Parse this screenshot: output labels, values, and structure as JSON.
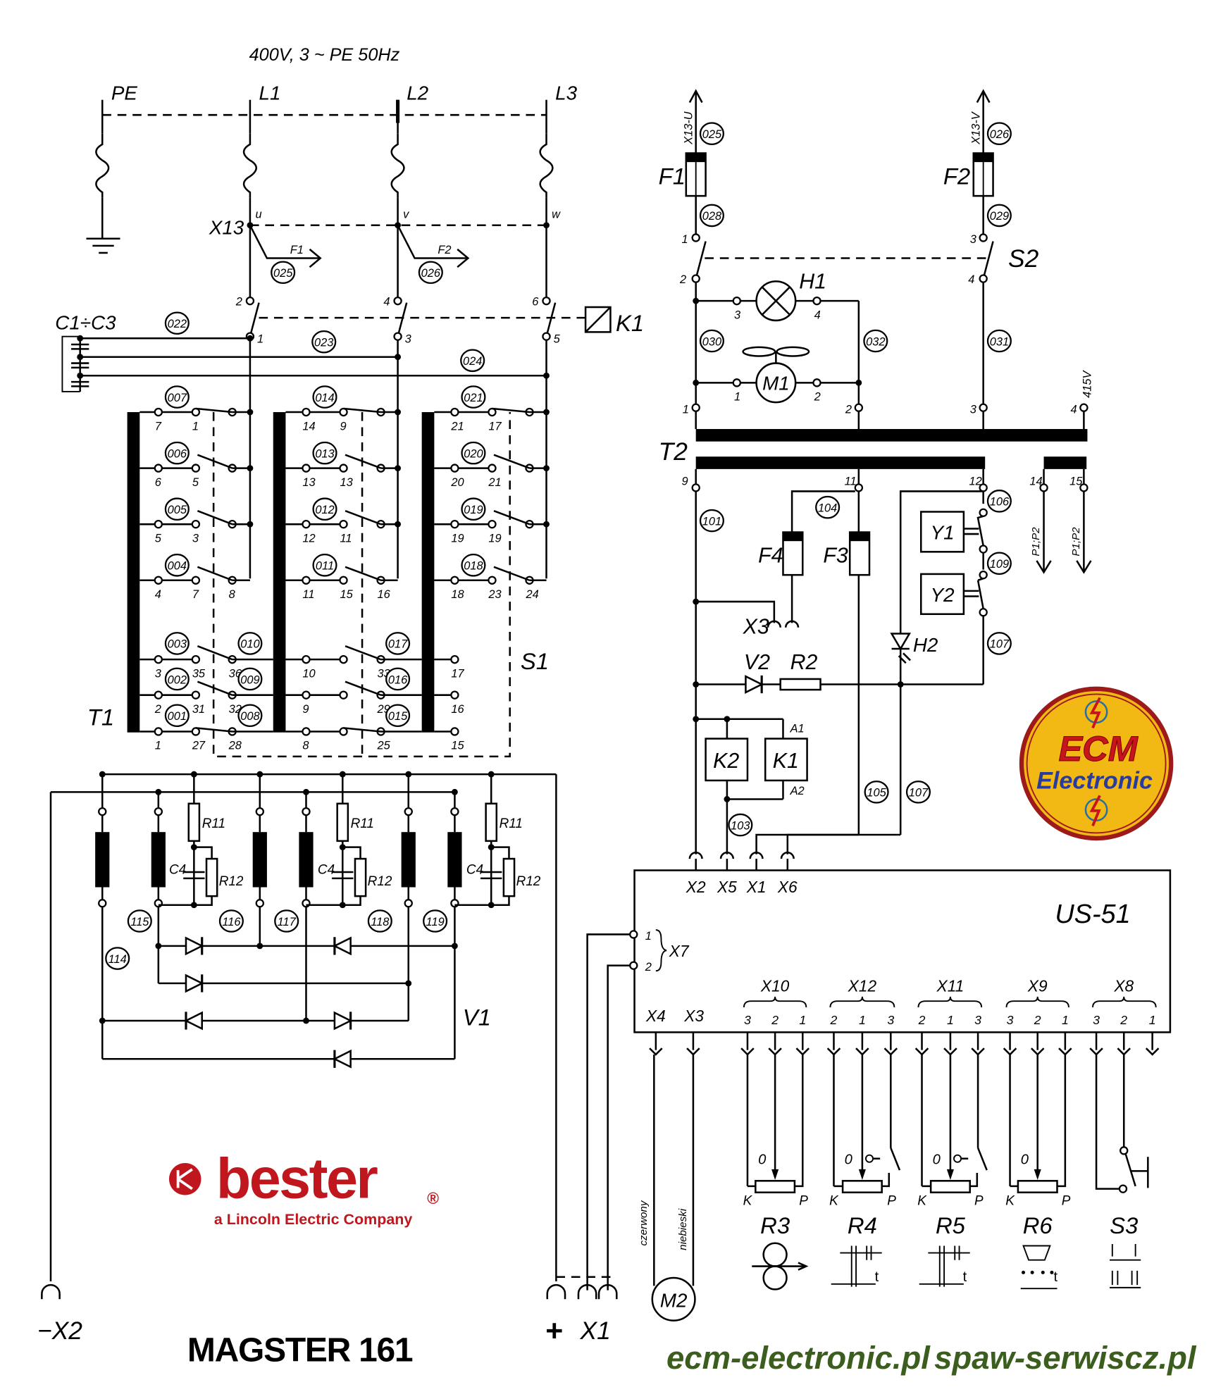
{
  "supply": {
    "title": "400V, 3 ~ PE 50Hz",
    "lines": [
      "PE",
      "L1",
      "L2",
      "L3"
    ],
    "connector": "X13",
    "phases": [
      "u",
      "v",
      "w"
    ],
    "fuse_refs": [
      "F1",
      "F2"
    ],
    "wires": [
      "025",
      "026"
    ]
  },
  "contactor": {
    "top_pins": [
      "2",
      "4",
      "6"
    ],
    "bottom_pins": [
      "1",
      "3",
      "5"
    ],
    "coil": "K1"
  },
  "capacitors": {
    "label": "C1÷C3",
    "wires": [
      "022",
      "023",
      "024"
    ]
  },
  "t1": {
    "label": "T1",
    "switch_label": "S1",
    "groups": [
      {
        "wires": [
          "007",
          "006",
          "005",
          "004"
        ],
        "pins": [
          [
            "7",
            "1"
          ],
          [
            "6",
            "5"
          ],
          [
            "5",
            "3"
          ],
          [
            "4",
            "7",
            "8"
          ]
        ]
      },
      {
        "wires": [
          "014",
          "013",
          "012",
          "011"
        ],
        "pins": [
          [
            "14",
            "9"
          ],
          [
            "13",
            "13"
          ],
          [
            "12",
            "11"
          ],
          [
            "11",
            "15",
            "16"
          ]
        ]
      },
      {
        "wires": [
          "021",
          "020",
          "019",
          "018"
        ],
        "pins": [
          [
            "21",
            "17"
          ],
          [
            "20",
            "21"
          ],
          [
            "19",
            "19"
          ],
          [
            "18",
            "23",
            "24"
          ]
        ]
      }
    ],
    "lower": {
      "g1_pins": [
        [
          "3",
          "35",
          "36"
        ],
        [
          "2",
          "31",
          "32"
        ],
        [
          "1",
          "27",
          "28"
        ]
      ],
      "g1_wires_left": [
        "003",
        "002",
        "001"
      ],
      "g1_wires_right": [
        "010",
        "009",
        "008"
      ],
      "g2_pins": [
        [
          "10",
          "33"
        ],
        [
          "9",
          "29"
        ],
        [
          "8",
          "25"
        ]
      ],
      "g2_wires": [
        "017",
        "016",
        "015"
      ],
      "g3_pins": [
        "17",
        "16",
        "15"
      ]
    }
  },
  "rectifier": {
    "label": "V1",
    "r11": "R11",
    "r12": "R12",
    "c4": "C4",
    "wires": [
      "114",
      "115",
      "116",
      "117",
      "118",
      "119"
    ]
  },
  "outputs": {
    "neg": "−X2",
    "pos_sign": "+",
    "pos": "X1"
  },
  "control": {
    "fuses": [
      "F1",
      "F2"
    ],
    "refs": [
      "X13-U",
      "X13-V"
    ],
    "wires_top": [
      "025",
      "026"
    ],
    "wires_mid": [
      "028",
      "029"
    ],
    "s2_pins": [
      "1",
      "2",
      "3",
      "4"
    ],
    "s2": "S2",
    "h1": "H1",
    "h1_pins": [
      "3",
      "4"
    ],
    "m1": "M1",
    "m1_pins": [
      "1",
      "2"
    ],
    "wires_prim": [
      "030",
      "032",
      "031"
    ],
    "t2": "T2",
    "t2_primary_pins": [
      "1",
      "2",
      "3",
      "4"
    ],
    "v415": "415V",
    "t2_secondary_pins": [
      "9",
      "11",
      "12",
      "14",
      "15"
    ],
    "p1p2": "P1;P2",
    "wires_sec": [
      "101",
      "104",
      "106",
      "109",
      "107",
      "103",
      "105",
      "107"
    ],
    "f3": "F3",
    "f4": "F4",
    "x3": "X3",
    "y1": "Y1",
    "y2": "Y2",
    "h2": "H2",
    "v2": "V2",
    "r2": "R2",
    "k2": "K2",
    "k1": "K1",
    "a1": "A1",
    "a2": "A2"
  },
  "us51": {
    "title": "US-51",
    "top_connectors": [
      "X2",
      "X5",
      "X1",
      "X6"
    ],
    "x7": "X7",
    "x7_pins": [
      "1",
      "2"
    ],
    "x4": "X4",
    "x3": "X3",
    "groups": [
      {
        "name": "X10",
        "pins": [
          "3",
          "2",
          "1"
        ],
        "device": "R3"
      },
      {
        "name": "X12",
        "pins": [
          "2",
          "1",
          "3"
        ],
        "device": "R4"
      },
      {
        "name": "X11",
        "pins": [
          "2",
          "1",
          "3"
        ],
        "device": "R5"
      },
      {
        "name": "X9",
        "pins": [
          "3",
          "2",
          "1"
        ],
        "device": "R6"
      },
      {
        "name": "X8",
        "pins": [
          "3",
          "2",
          "1"
        ],
        "device": "S3"
      }
    ],
    "pot_k": "K",
    "pot_p": "P",
    "pot_zero": "0",
    "icon_t": "t"
  },
  "motor": {
    "label": "M2",
    "wire_red": "czerwony",
    "wire_blue": "niebieski"
  },
  "branding": {
    "bester": "bester",
    "registered": "®",
    "bester_tagline": "a Lincoln Electric Company",
    "model": "MAGSTER 161",
    "ecm_top": "ECM",
    "ecm_bottom": "Electronic",
    "urls": [
      "ecm-electronic.pl",
      "spaw-serwiscz.pl"
    ]
  },
  "colors": {
    "bester_red": "#c0161d",
    "url_green": "#3b5e1e",
    "ecm_yellow": "#f2b814",
    "ecm_red": "#c8141c",
    "ecm_blue": "#2a3b9b"
  }
}
